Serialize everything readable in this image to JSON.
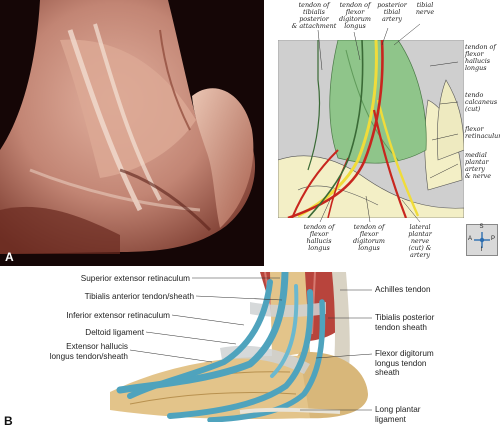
{
  "colors": {
    "photo_bg": "#150606",
    "tissue": "#c9907e",
    "tendon_green": "#8fc58a",
    "artery_red": "#c8261e",
    "nerve_yellow": "#f0dc3a",
    "bone_cream": "#f3efc6",
    "schematic_bg": "#cfcfcf",
    "sheath_blue": "#4fa3bd",
    "bone_tan": "#d8b77a",
    "muscle_red": "#b8443c"
  },
  "panel_a": {
    "letter": "A",
    "labels": {
      "tibialis_posterior": "tendon of\ntibialis\nposterior\n& attachment",
      "fdl_top": "tendon of\nflexor\ndigitorum\nlongus",
      "post_tibial_artery": "posterior\ntibial\nartery",
      "tibial_nerve": "tibial\nnerve",
      "fhl_right": "tendon of\nflexor\nhallucis\nlongus",
      "tendo_calcaneus": "tendo\ncalcaneus\n(cut)",
      "flexor_retinaculum": "flexor\nretinaculum",
      "medial_plantar": "medial\nplantar\nartery\n& nerve",
      "fhl_bottom": "tendon of\nflexor\nhallucis\nlongus",
      "fdl_bottom": "tendon of\nflexor\ndigitorum\nlongus",
      "lateral_plantar": "lateral\nplantar\nnerve\n(cut) &\nartery"
    },
    "compass": {
      "s": "S",
      "a": "A",
      "p": "P",
      "i": "I"
    }
  },
  "panel_b": {
    "letter": "B",
    "labels": {
      "superior_extensor": "Superior extensor retinaculum",
      "tibialis_anterior": "Tibialis anterior tendon/sheath",
      "inferior_extensor": "Inferior extensor retinaculum",
      "deltoid": "Deltoid ligament",
      "ehl": "Extensor hallucis\nlongus tendon/sheath",
      "achilles": "Achilles tendon",
      "tibialis_posterior": "Tibialis posterior\ntendon sheath",
      "fdl": "Flexor digitorum\nlongus tendon\nsheath",
      "long_plantar": "Long plantar\nligament"
    }
  }
}
